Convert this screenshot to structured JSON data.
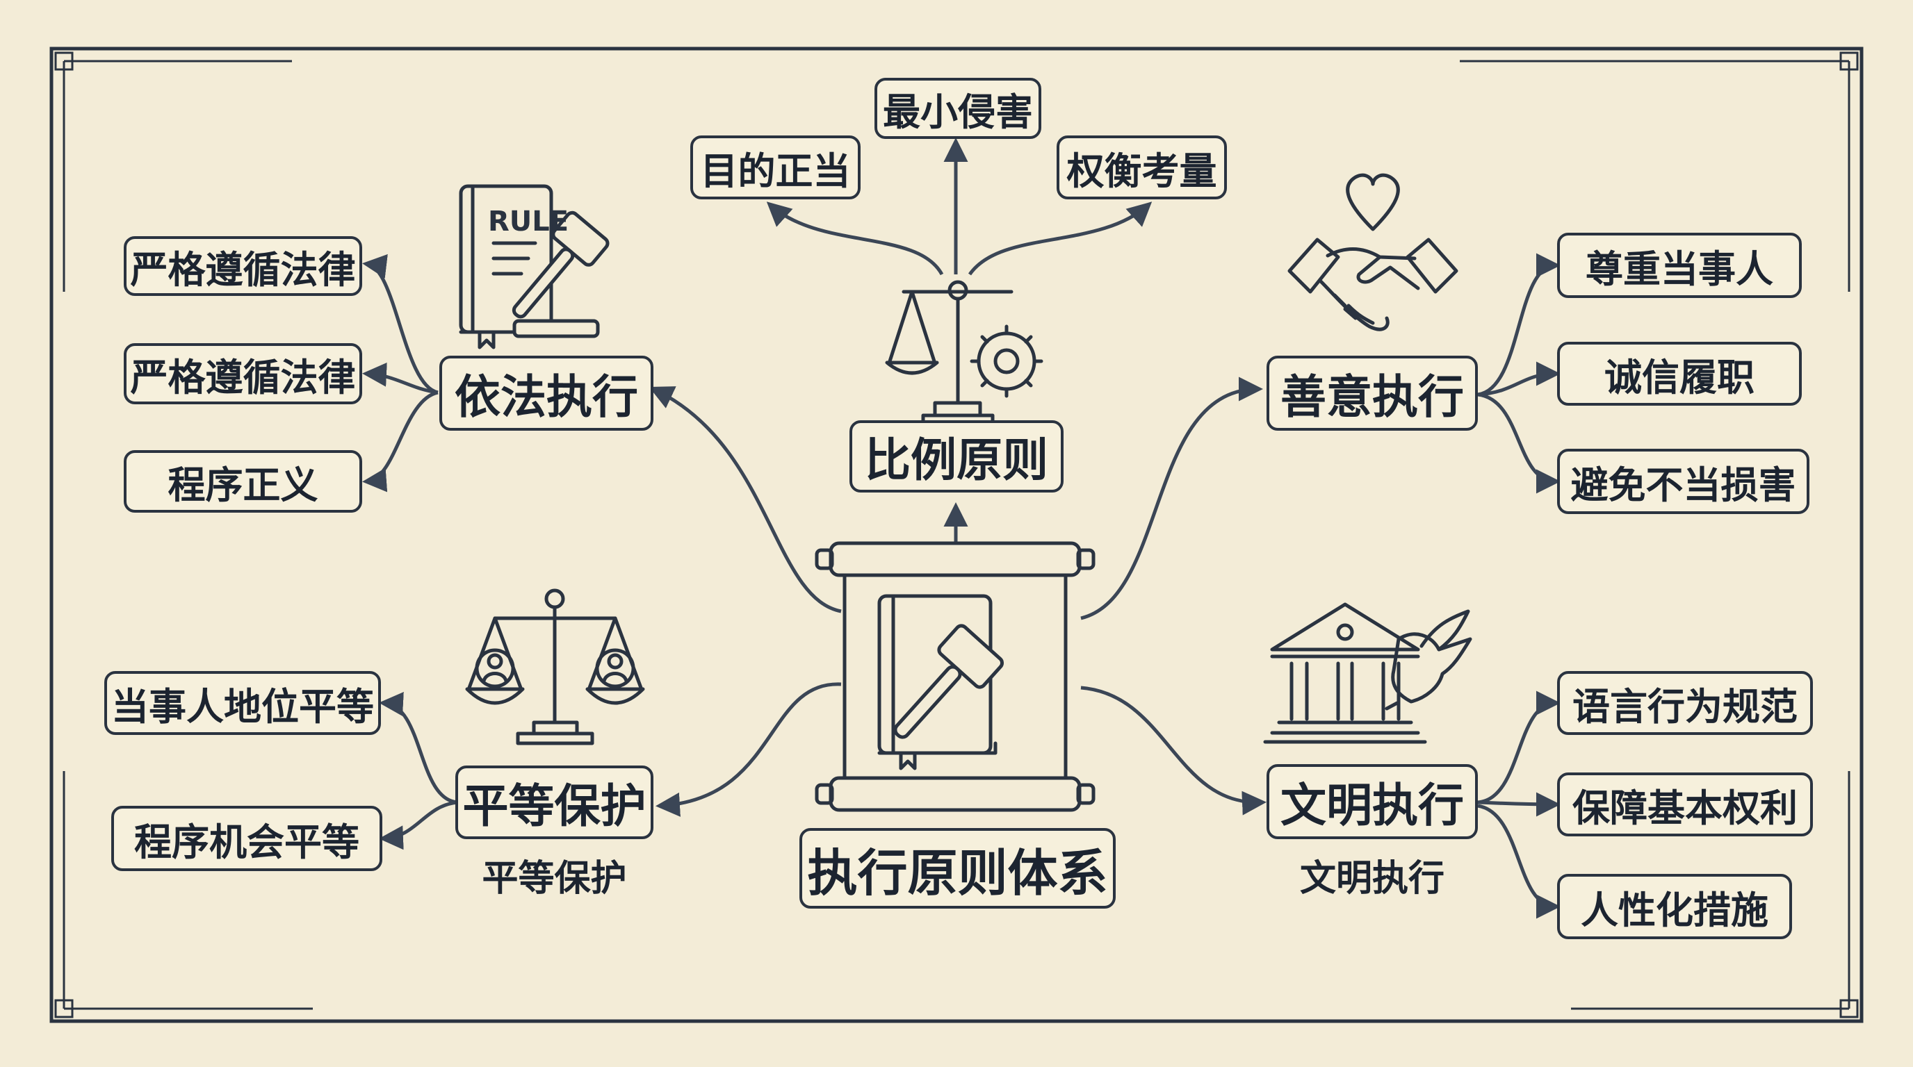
{
  "center": {
    "label": "执行原则体系"
  },
  "proportionality": {
    "label": "比例原则",
    "items": [
      "目的正当",
      "最小侵害",
      "权衡考量"
    ]
  },
  "legal": {
    "label": "依法执行",
    "book_text": "RULE",
    "items": [
      "严格遵循法律",
      "严格遵循法律",
      "程序正义"
    ]
  },
  "good_faith": {
    "label": "善意执行",
    "items": [
      "尊重当事人",
      "诚信履职",
      "避免不当损害"
    ]
  },
  "equal": {
    "label": "平等保护",
    "caption": "平等保护",
    "items": [
      "当事人地位平等",
      "程序机会平等"
    ]
  },
  "civil": {
    "label": "文明执行",
    "caption": "文明执行",
    "items": [
      "语言行为规范",
      "保障基本权利",
      "人性化措施"
    ]
  },
  "colors": {
    "ink": "#2a3340",
    "paper": "#f3ecd7",
    "arrow": "#3b4656"
  },
  "icons": [
    "rule-book-gavel-icon",
    "scales-gear-icon",
    "handshake-heart-icon",
    "scales-people-icon",
    "courthouse-dove-icon",
    "scroll-book-gavel-icon"
  ]
}
